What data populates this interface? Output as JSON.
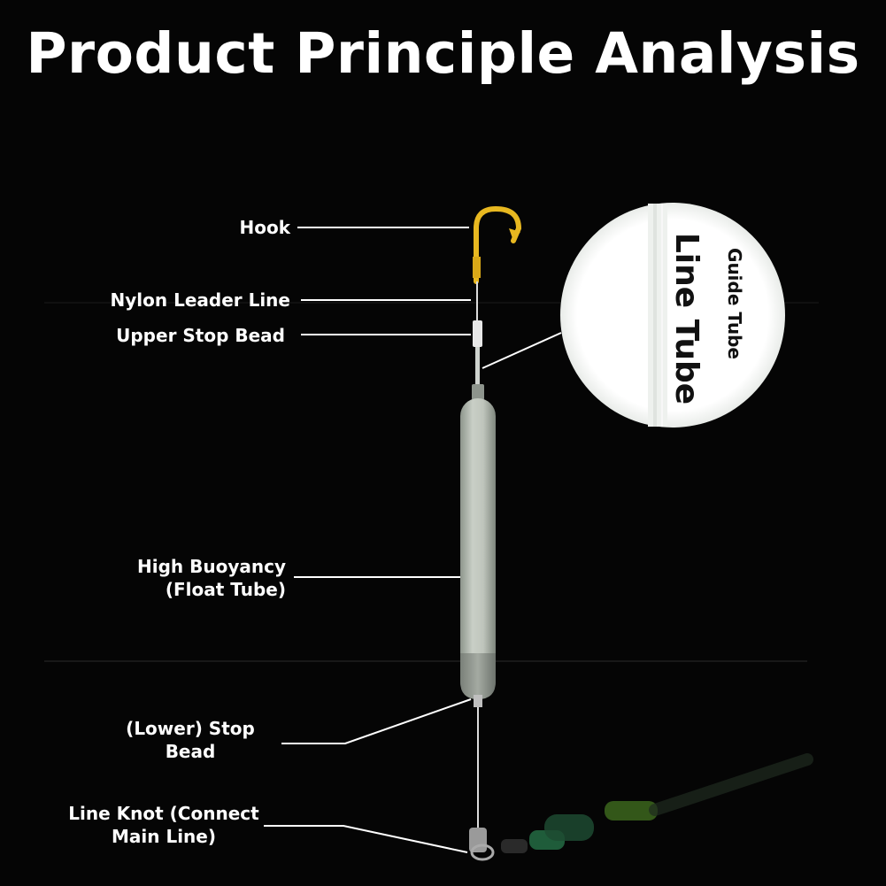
{
  "title": "Product Principle Analysis",
  "labels": {
    "hook": "Hook",
    "nylon_leader": "Nylon Leader Line",
    "upper_stop_bead": "Upper Stop Bead",
    "high_buoyancy_line1": "High Buoyancy",
    "high_buoyancy_line2": "(Float Tube)",
    "lower_stop_line1": "(Lower) Stop",
    "lower_stop_line2": "Bead",
    "line_knot_line1": "Line Knot (Connect",
    "line_knot_line2": "Main Line)"
  },
  "zoom": {
    "main_label": "Line Tube",
    "sub_label": "Guide Tube"
  },
  "colors": {
    "background": "#050505",
    "hook": "#e8b820",
    "float": "#b9c0b7",
    "callout_line": "#ffffff",
    "swivel_green": "#1f5c3a"
  }
}
